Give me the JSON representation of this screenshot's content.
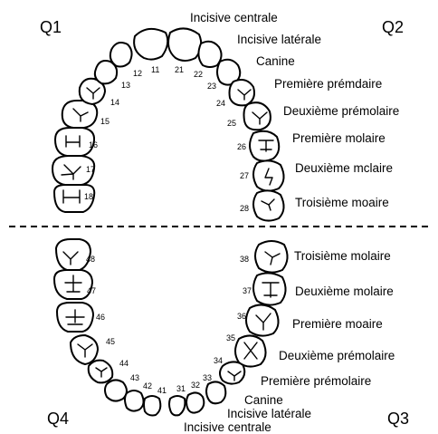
{
  "quadrants": {
    "q1": "Q1",
    "q2": "Q2",
    "q3": "Q3",
    "q4": "Q4"
  },
  "upper_labels": {
    "central": "Incisive centrale",
    "lateral": "Incisive latérale",
    "canine": "Canine",
    "premolar1": "Première prémdaire",
    "premolar2": "Deuxième prémolaire",
    "molar1": "Première molaire",
    "molar2": "Deuxième mclaire",
    "molar3": "Troisième moaire"
  },
  "lower_labels": {
    "molar3": "Troisième molaire",
    "molar2": "Deuxième molaire",
    "molar1": "Première moaire",
    "premolar2": "Deuxième prémolaire",
    "premolar1": "Première prémolaire",
    "canine": "Canine",
    "lateral": "Incisive latérale",
    "central": "Incisive centrale"
  },
  "tooth_numbers": {
    "q1": [
      "11",
      "12",
      "13",
      "14",
      "15",
      "16",
      "17",
      "18"
    ],
    "q2": [
      "21",
      "22",
      "23",
      "24",
      "25",
      "26",
      "27",
      "28"
    ],
    "q3": [
      "31",
      "32",
      "33",
      "34",
      "35",
      "36",
      "37",
      "38"
    ],
    "q4": [
      "41",
      "42",
      "43",
      "44",
      "45",
      "46",
      "47",
      "48"
    ]
  }
}
